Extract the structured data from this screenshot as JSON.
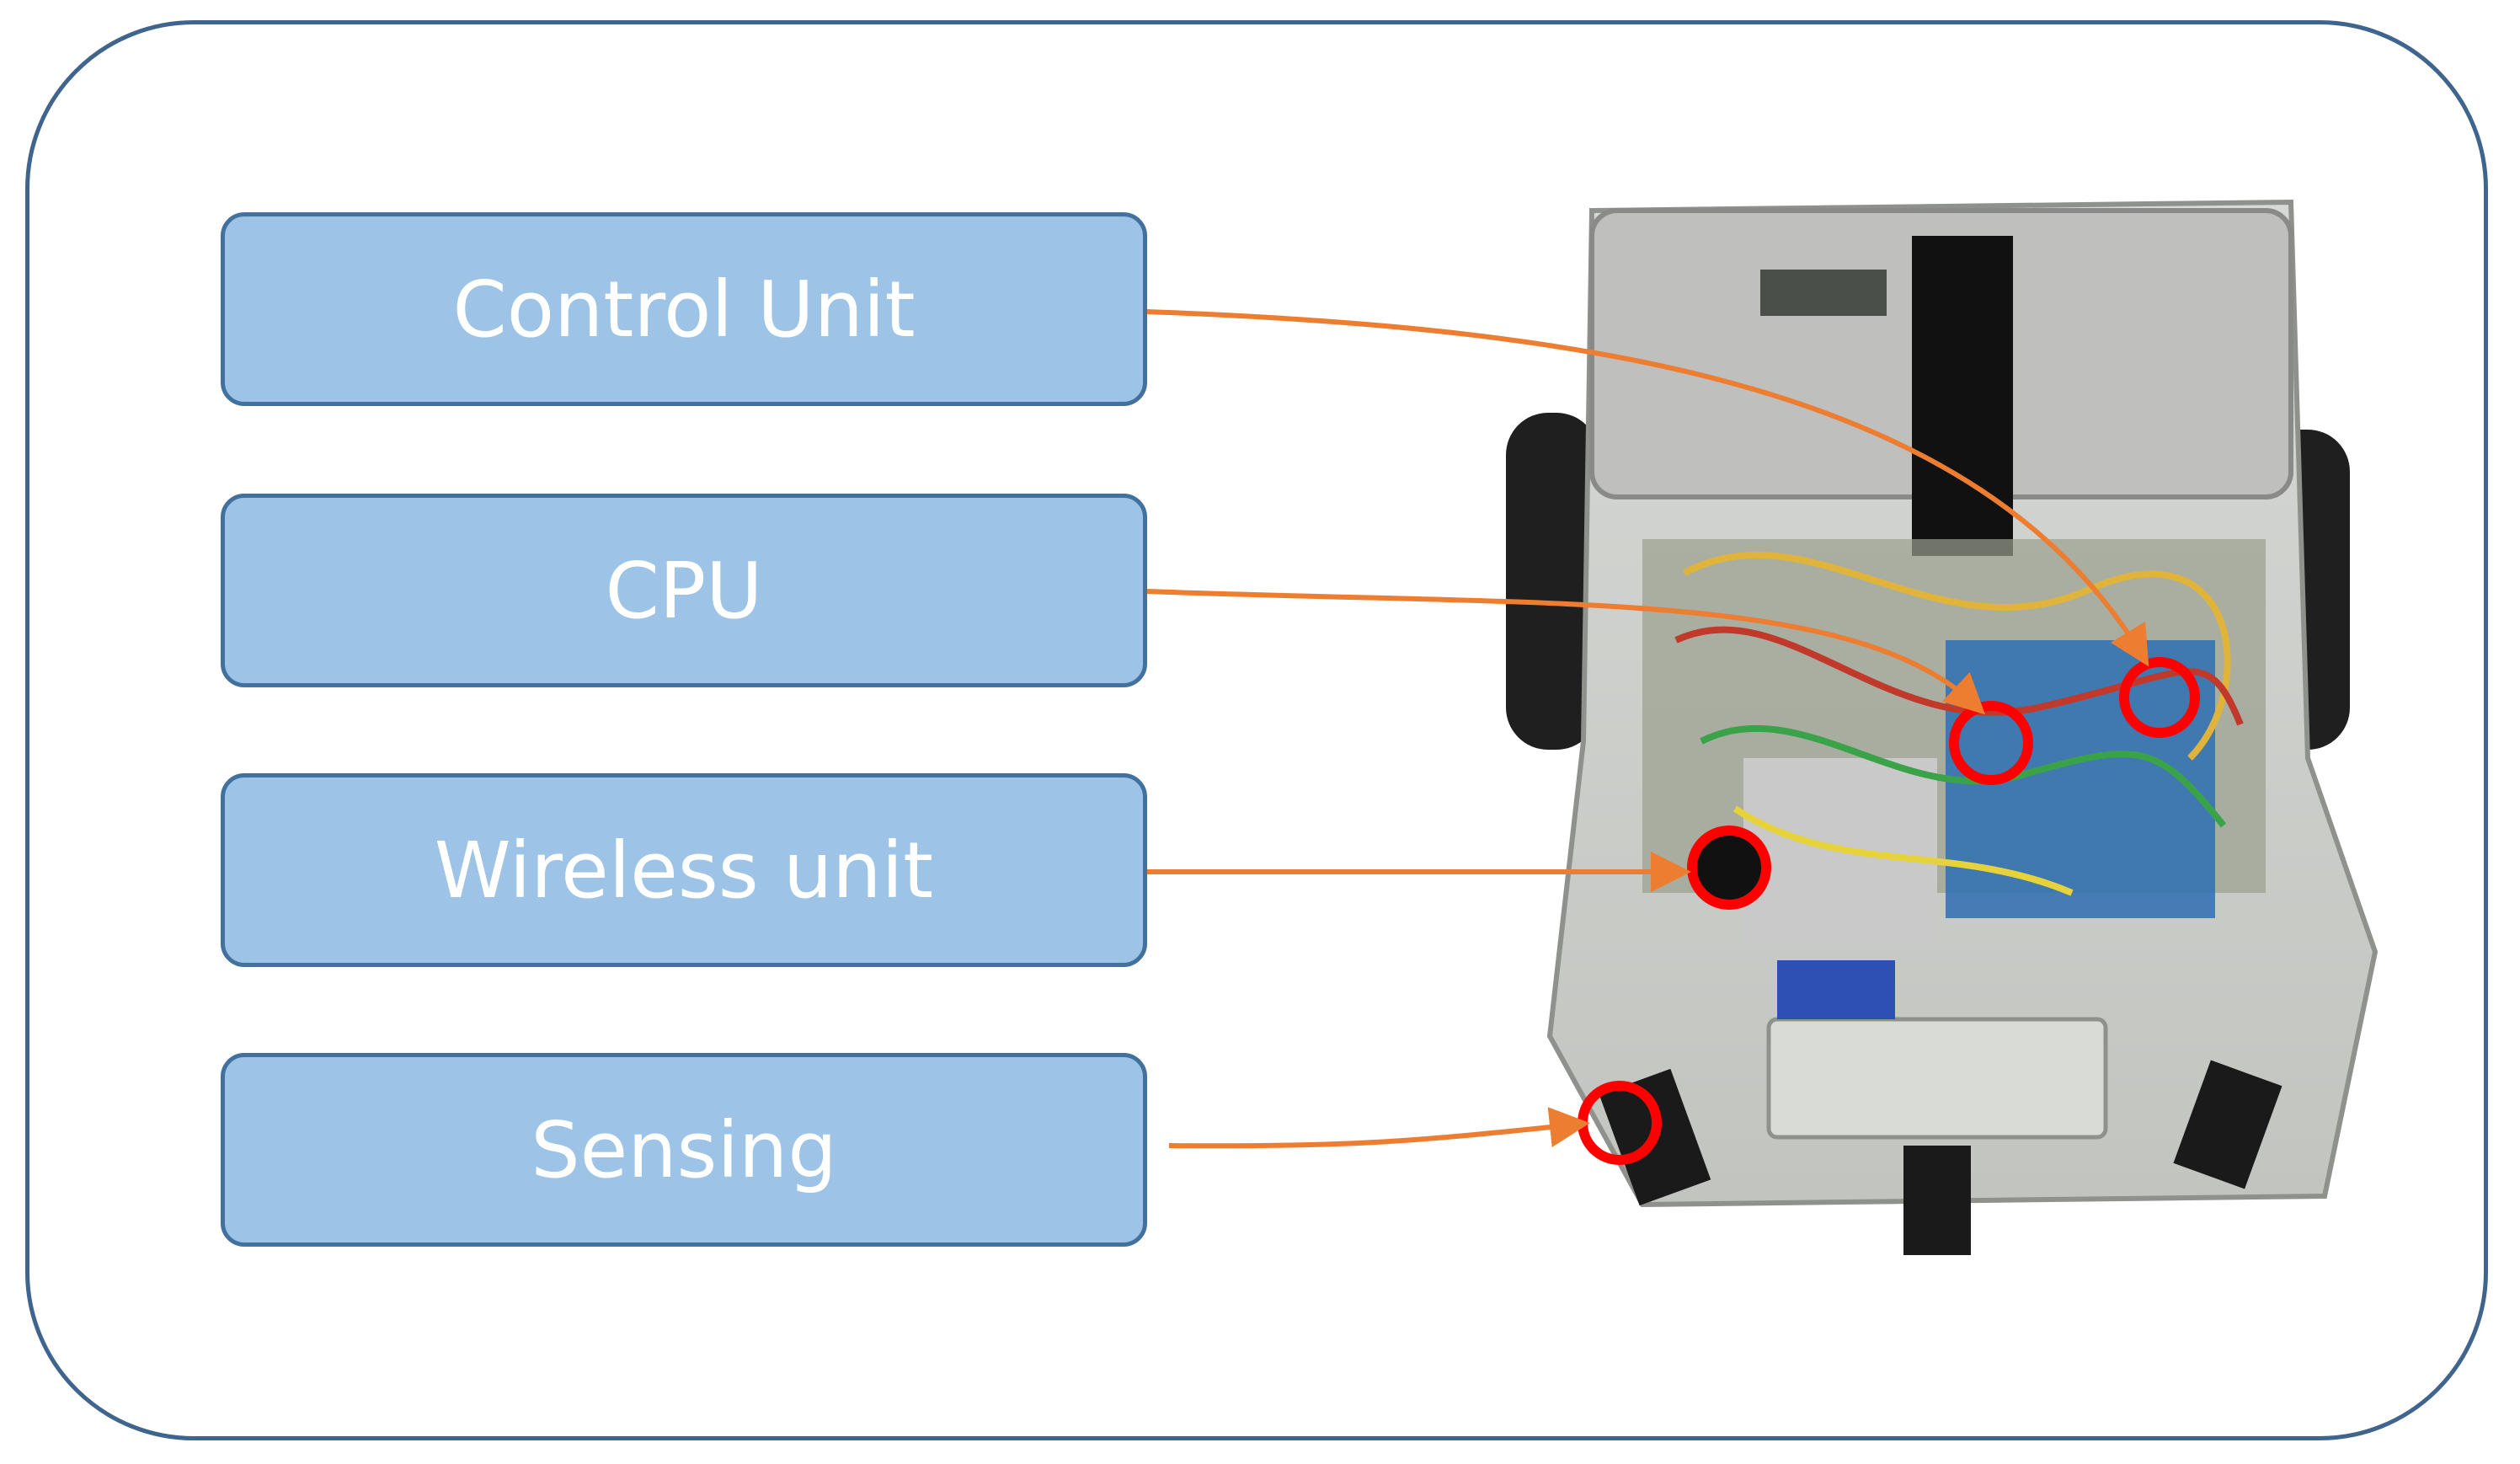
{
  "labels": {
    "control_unit": "Control Unit",
    "cpu": "CPU",
    "wireless_unit": "Wireless unit",
    "sensing": "Sensing"
  },
  "colors": {
    "frame_border": "#3f648d",
    "box_fill": "#9dc3e6",
    "box_border": "#41719c",
    "box_text": "#ffffff",
    "arrow": "#ed7d31",
    "marker": "#ff0000"
  },
  "icons": {
    "robot_photo": "robot-photo-icon",
    "marker": "red-circle-marker-icon"
  }
}
